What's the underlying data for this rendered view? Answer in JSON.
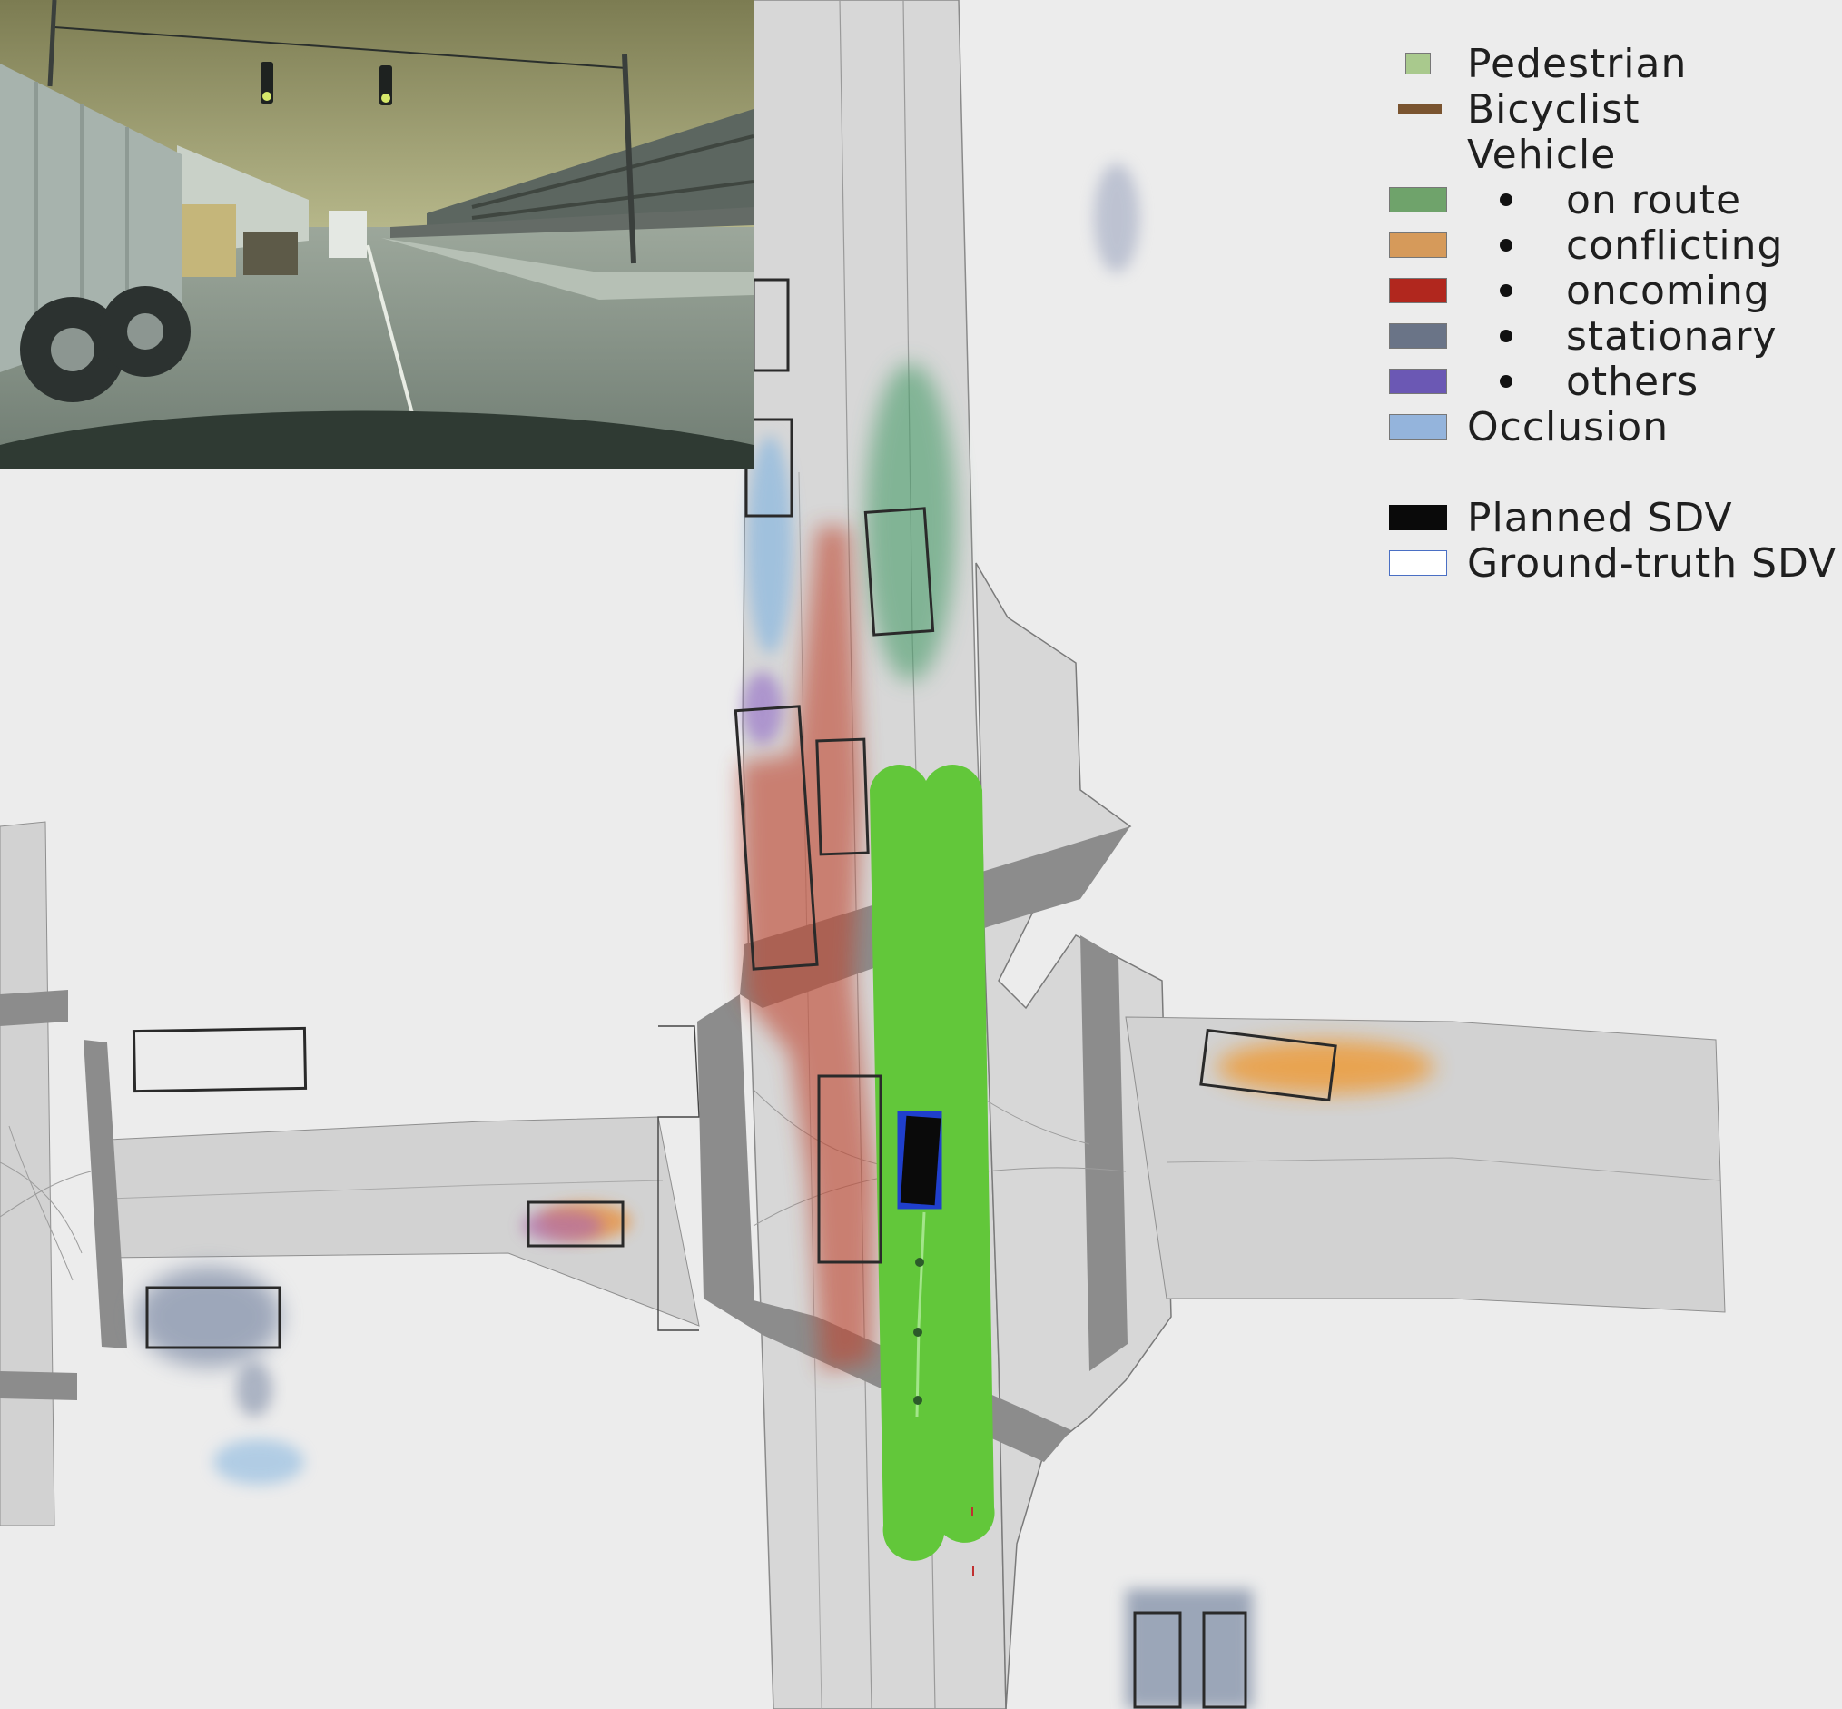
{
  "legend": {
    "items": [
      {
        "label": "Pedestrian",
        "color": "#a9c98d",
        "kind": "small-square"
      },
      {
        "label": "Bicyclist",
        "color": "#7a5430",
        "kind": "thin-bar"
      },
      {
        "label": "Vehicle",
        "color": "",
        "kind": "header"
      },
      {
        "label": "on route",
        "color": "#6fa36b",
        "kind": "bullet"
      },
      {
        "label": "conflicting",
        "color": "#d69a5a",
        "kind": "bullet"
      },
      {
        "label": "oncoming",
        "color": "#b1271e",
        "kind": "bullet"
      },
      {
        "label": "stationary",
        "color": "#6a7487",
        "kind": "bullet"
      },
      {
        "label": "others",
        "color": "#6b58b4",
        "kind": "bullet"
      },
      {
        "label": "Occlusion",
        "color": "#94b4dc",
        "kind": "swatch"
      },
      {
        "label": "Planned SDV",
        "color": "#0a0a0a",
        "kind": "swatch"
      },
      {
        "label": "Ground-truth SDV",
        "color": "#ffffff",
        "kind": "outline"
      }
    ]
  },
  "colors": {
    "background": "#ececec",
    "road": "#d5d5d5",
    "crosswalk": "#8f8f8f",
    "planned_path": "#62c73a",
    "sdv_outline": "#1f3fcc"
  }
}
